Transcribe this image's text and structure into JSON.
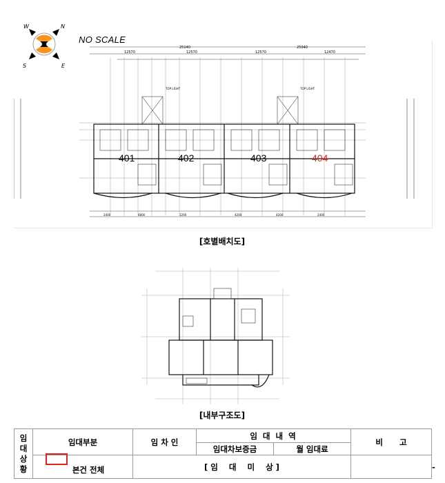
{
  "compass": {
    "labels": [
      "W",
      "N",
      "S",
      "E"
    ],
    "accent": "#f7941d"
  },
  "scale_note": "NO SCALE",
  "layout_plan": {
    "caption": "[호별배치도]",
    "units": [
      {
        "label": "401",
        "color": "#000000"
      },
      {
        "label": "402",
        "color": "#000000"
      },
      {
        "label": "403",
        "color": "#000000"
      },
      {
        "label": "404",
        "color": "#e0201b"
      }
    ],
    "top_dimensions": [
      "25140",
      "25040"
    ],
    "mid_dimensions": [
      "12570",
      "12570",
      "12570",
      "12470"
    ],
    "bottom_dimensions": [
      "2400",
      "4800",
      "1200",
      "4200",
      "4200",
      "2400"
    ],
    "notes": [
      "TOP LIGHT",
      "TOP LIGHT"
    ]
  },
  "interior_plan": {
    "caption": "[내부구조도]"
  },
  "lease_table": {
    "side_label": [
      "임",
      "대",
      "상",
      "황"
    ],
    "headers": {
      "part": "임대부분",
      "tenant": "임 차 인",
      "details": "임 대 내 역",
      "deposit": "임대차보증금",
      "monthly": "월 임대료",
      "remarks": "비      고"
    },
    "row": {
      "part": "본건 전체",
      "status": "[ 임    대    미    상 ]",
      "remarks": "-"
    },
    "marker_color": "#e0201b"
  }
}
